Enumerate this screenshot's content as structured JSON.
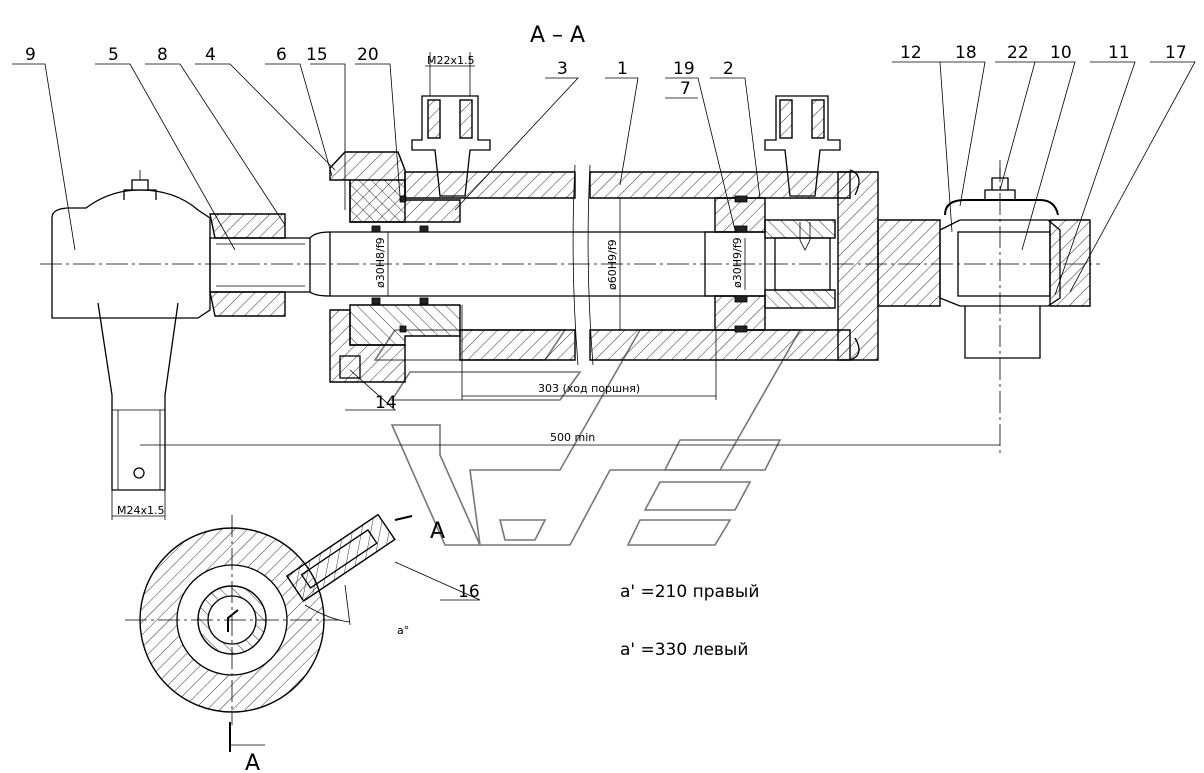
{
  "section_title": "А – А",
  "callouts": [
    "9",
    "5",
    "8",
    "4",
    "6",
    "15",
    "20",
    "3",
    "1",
    "19",
    "7",
    "2",
    "12",
    "18",
    "22",
    "10",
    "11",
    "17",
    "14",
    "16"
  ],
  "dimensions": {
    "port_thread": "M22x1.5",
    "rod_thread": "M24x1.5",
    "rod_fit": "ø30H8/f9",
    "bore_fit": "ø60H9/f9",
    "piston_rod_fit": "ø30H9/f9",
    "stroke": "303 (ход поршня)",
    "min_length": "500 min"
  },
  "section_mark": "A",
  "angle_label": "a°",
  "notes": {
    "right": "a' =210 правый",
    "left": "a' =330 левый"
  }
}
